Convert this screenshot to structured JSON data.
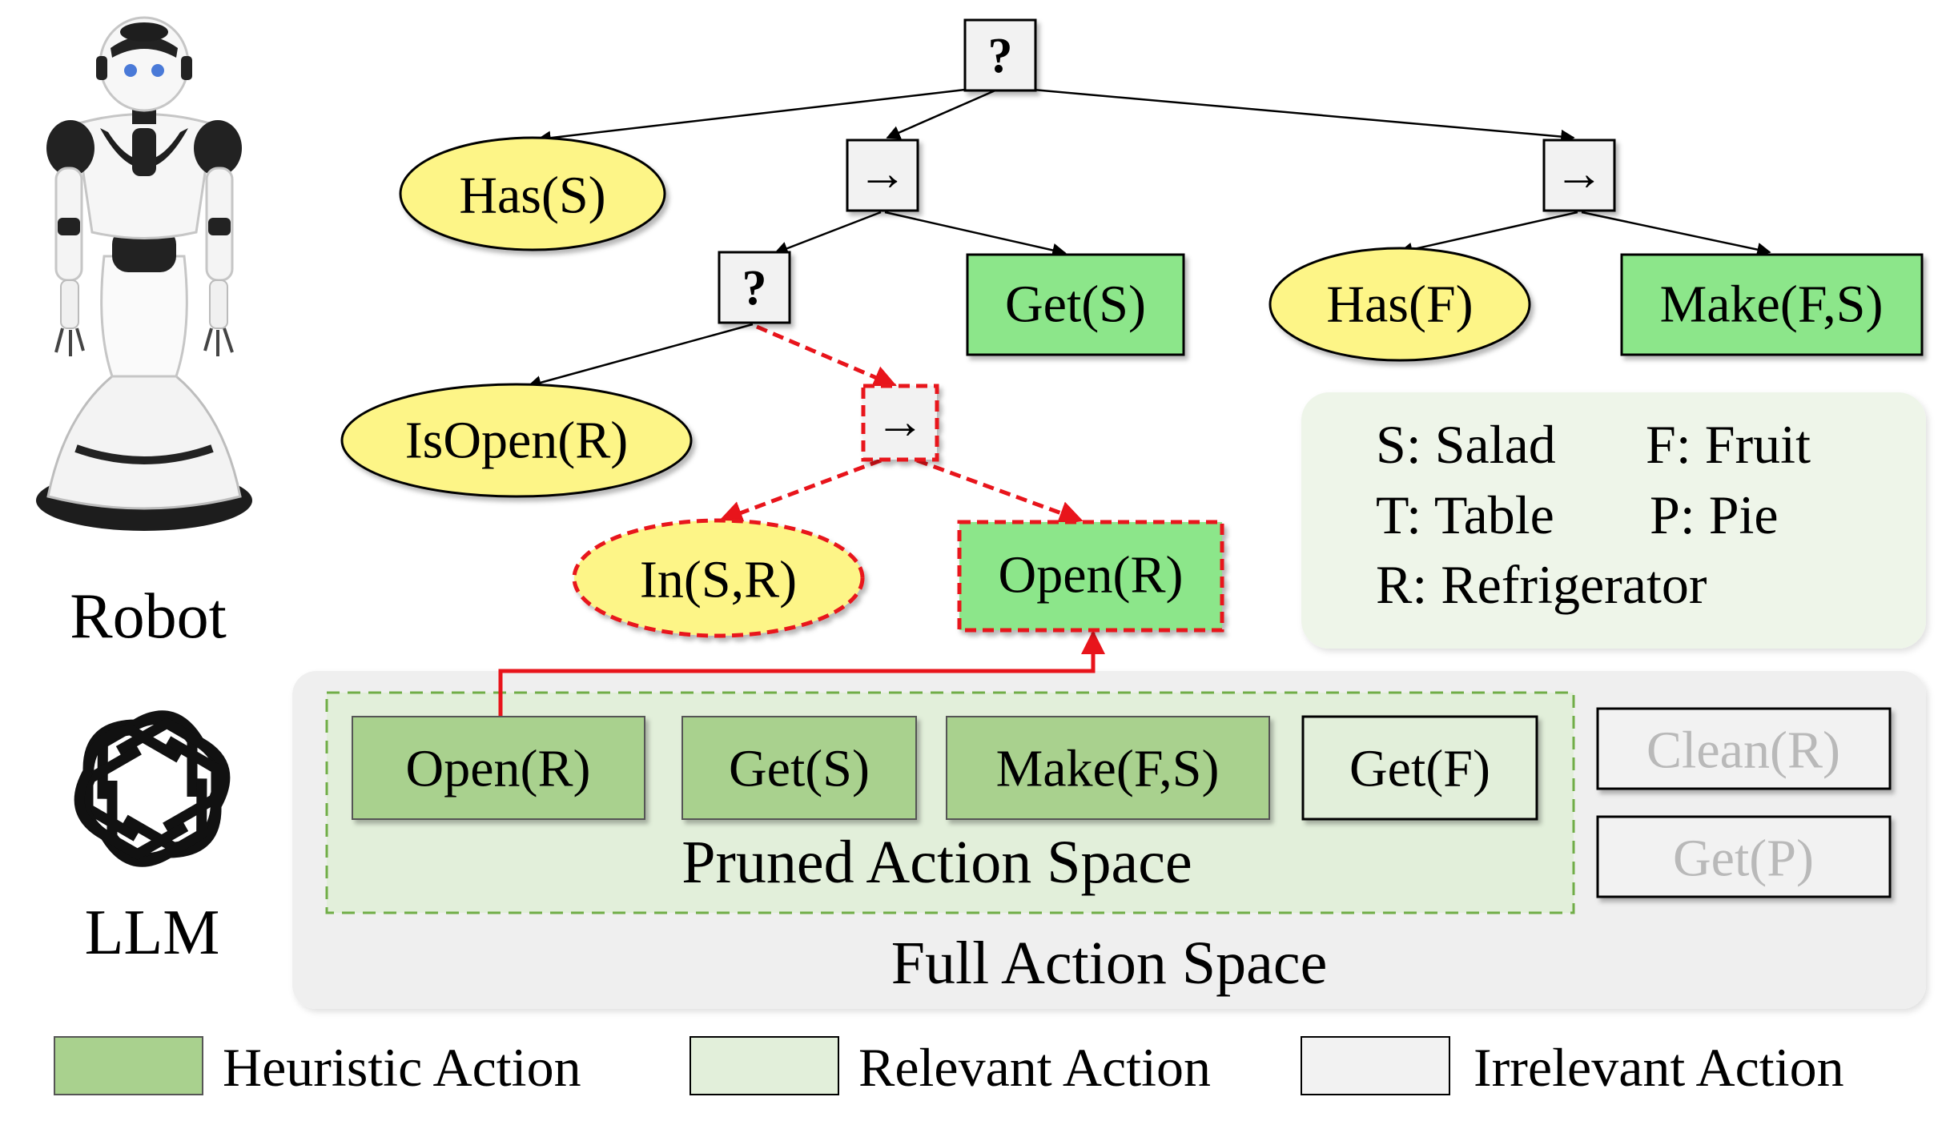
{
  "robot": {
    "label": "Robot"
  },
  "llm": {
    "label": "LLM",
    "icon": "openai-logo-icon"
  },
  "tree": {
    "root": "?",
    "seq_a": "→",
    "seq_b": "→",
    "fallback": "?",
    "seq_c": "→",
    "has_s": "Has(S)",
    "get_s": "Get(S)",
    "has_f": "Has(F)",
    "make_fs": "Make(F,S)",
    "isopen_r": "IsOpen(R)",
    "in_sr": "In(S,R)",
    "open_r": "Open(R)"
  },
  "legend_box": {
    "s": "S: Salad",
    "f": "F: Fruit",
    "t": "T: Table",
    "p": "P: Pie",
    "r": "R: Refrigerator"
  },
  "action_space": {
    "pruned_title": "Pruned Action Space",
    "full_title": "Full Action Space",
    "pruned": [
      "Open(R)",
      "Get(S)",
      "Make(F,S)",
      "Get(F)"
    ],
    "irrelevant": [
      "Clean(R)",
      "Get(P)"
    ]
  },
  "legend": {
    "heuristic": "Heuristic Action",
    "relevant": "Relevant Action",
    "irrelevant": "Irrelevant Action"
  },
  "colors": {
    "condition_fill": "#fdf587",
    "action_fill": "#8ce68a",
    "heuristic_fill": "#a9d18e",
    "relevant_fill": "#e2efda",
    "irrelevant_fill": "#f2f2f2",
    "highlight": "#e8141b",
    "pruned_border": "#70ad47"
  }
}
